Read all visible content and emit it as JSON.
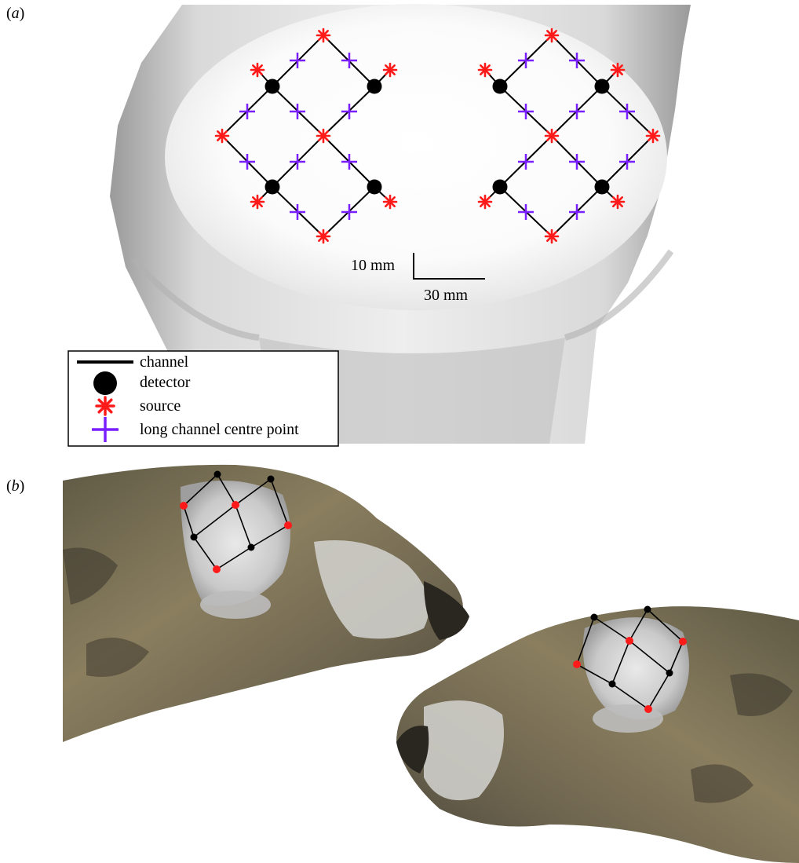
{
  "panels": [
    {
      "open": "(",
      "letter": "a",
      "close": ")"
    },
    {
      "open": "(",
      "letter": "b",
      "close": ")"
    }
  ],
  "scale_bar": {
    "vertical_label": "10 mm",
    "horizontal_label": "30 mm"
  },
  "legend": [
    {
      "symbol": "line",
      "label": "channel"
    },
    {
      "symbol": "dot",
      "label": "detector"
    },
    {
      "symbol": "asterisk",
      "label": "source"
    },
    {
      "symbol": "cross",
      "label": "long channel centre point"
    }
  ],
  "colors": {
    "channel": "#000000",
    "detector": "#000000",
    "source": "#ff1a1a",
    "centre_point": "#7a1fff"
  }
}
